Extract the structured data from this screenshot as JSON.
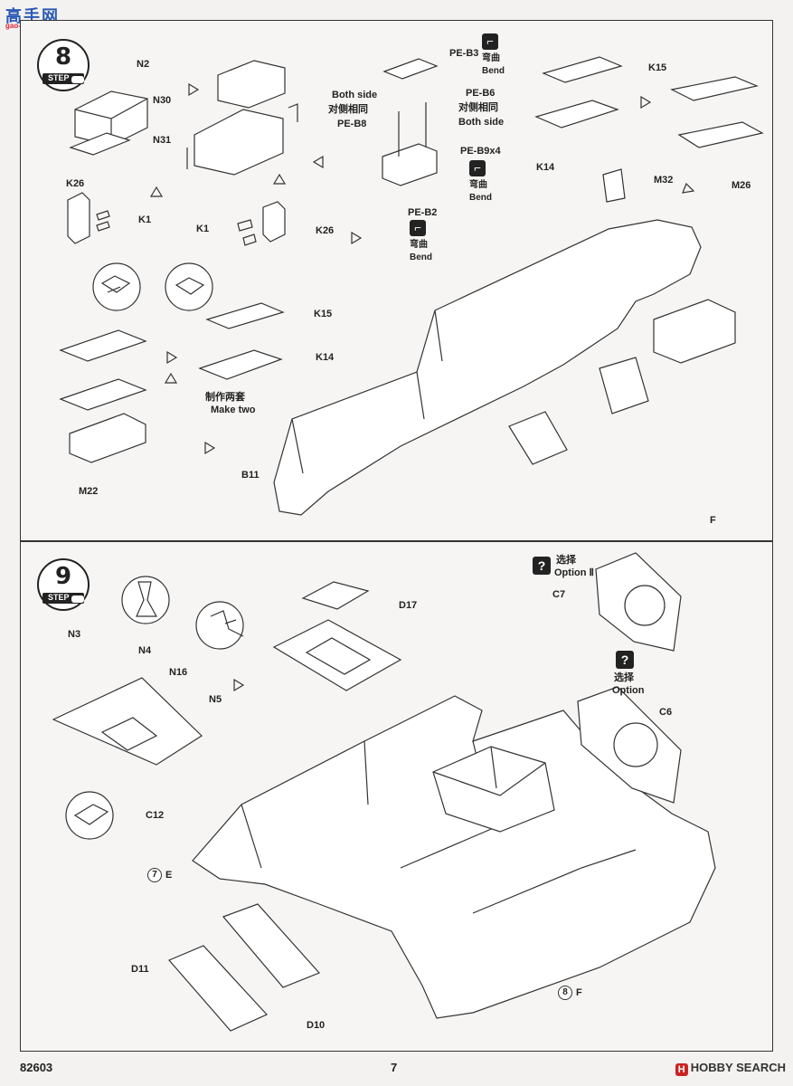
{
  "watermark": {
    "site_name": "高手网",
    "url": "gao-shou.com"
  },
  "steps": [
    {
      "number": "8",
      "word": "STEP"
    },
    {
      "number": "9",
      "word": "STEP"
    }
  ],
  "step8": {
    "parts": {
      "n2": "N2",
      "n30": "N30",
      "n31": "N31",
      "k26_left": "K26",
      "k1_left": "K1",
      "k1_right": "K1",
      "k26_right": "K26",
      "k15_mid": "K15",
      "k14_mid": "K14",
      "m22": "M22",
      "b11": "B11",
      "pe_b3": "PE-B3",
      "pe_b6": "PE-B6",
      "pe_b8": "PE-B8",
      "pe_b9x4": "PE-B9x4",
      "pe_b2": "PE-B2",
      "k15_right": "K15",
      "k14_right": "K14",
      "m32": "M32",
      "m26": "M26"
    },
    "notes": {
      "both_side_en_left": "Both side",
      "both_side_cn_left": "对侧相同",
      "both_side_cn_right": "对侧相同",
      "both_side_en_right": "Both side",
      "bend_cn_1": "弯曲",
      "bend_en_1": "Bend",
      "bend_cn_2": "弯曲",
      "bend_en_2": "Bend",
      "bend_cn_3": "弯曲",
      "bend_en_3": "Bend",
      "make_two_cn": "制作两套",
      "make_two_en": "Make two"
    },
    "ref_f": "F"
  },
  "step9": {
    "parts": {
      "n3": "N3",
      "n4": "N4",
      "n16": "N16",
      "n5": "N5",
      "c12": "C12",
      "d17": "D17",
      "c7": "C7",
      "c6": "C6",
      "d11": "D11",
      "d10": "D10"
    },
    "options": {
      "option2_cn": "选择",
      "option2_en": "Option Ⅱ",
      "option1_cn": "选择",
      "option1_en": "Option"
    },
    "refs": {
      "ref7_num": "7",
      "ref7_letter": "E",
      "ref8_num": "8",
      "ref8_letter": "F"
    }
  },
  "footer": {
    "kit_number": "82603",
    "page_number": "7",
    "logo_text": "HOBBY SEARCH",
    "logo_mark": "H"
  }
}
